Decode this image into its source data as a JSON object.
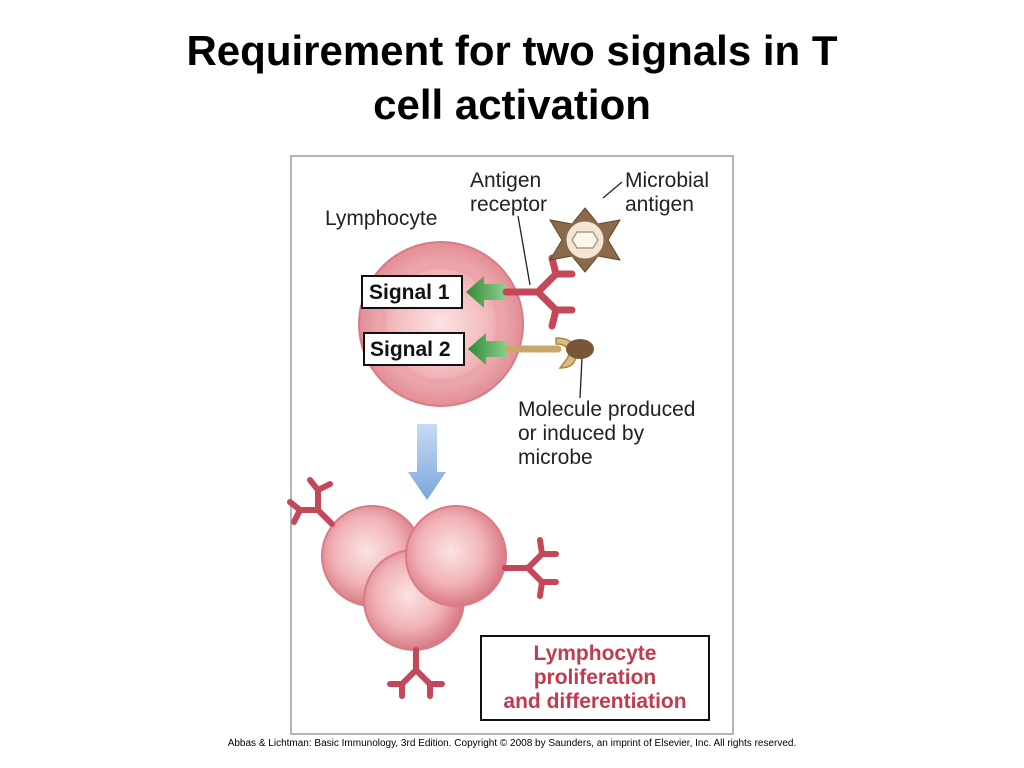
{
  "title": {
    "line1": "Requirement for two signals in T",
    "line2": "cell activation"
  },
  "diagram": {
    "labels": {
      "lymphocyte": "Lymphocyte",
      "antigen_receptor_1": "Antigen",
      "antigen_receptor_2": "receptor",
      "microbial_antigen_1": "Microbial",
      "microbial_antigen_2": "antigen",
      "signal1": "Signal 1",
      "signal2": "Signal 2",
      "molecule_1": "Molecule produced",
      "molecule_2": "or induced by",
      "molecule_3": "microbe",
      "result_1": "Lymphocyte",
      "result_2": "proliferation",
      "result_3": "and differentiation"
    },
    "colors": {
      "cell_fill": "#e9a3a8",
      "receptor": "#c4485a",
      "signal_arrow": "#3f9a44",
      "down_arrow": "#8fb4e3",
      "result_text": "#c23a4e",
      "costim_stalk": "#c8a86a",
      "microbe_star": "#8a6a4a"
    }
  },
  "caption": "Abbas & Lichtman: Basic Immunology, 3rd Edition. Copyright © 2008 by Saunders, an imprint of Elsevier, Inc. All rights reserved."
}
